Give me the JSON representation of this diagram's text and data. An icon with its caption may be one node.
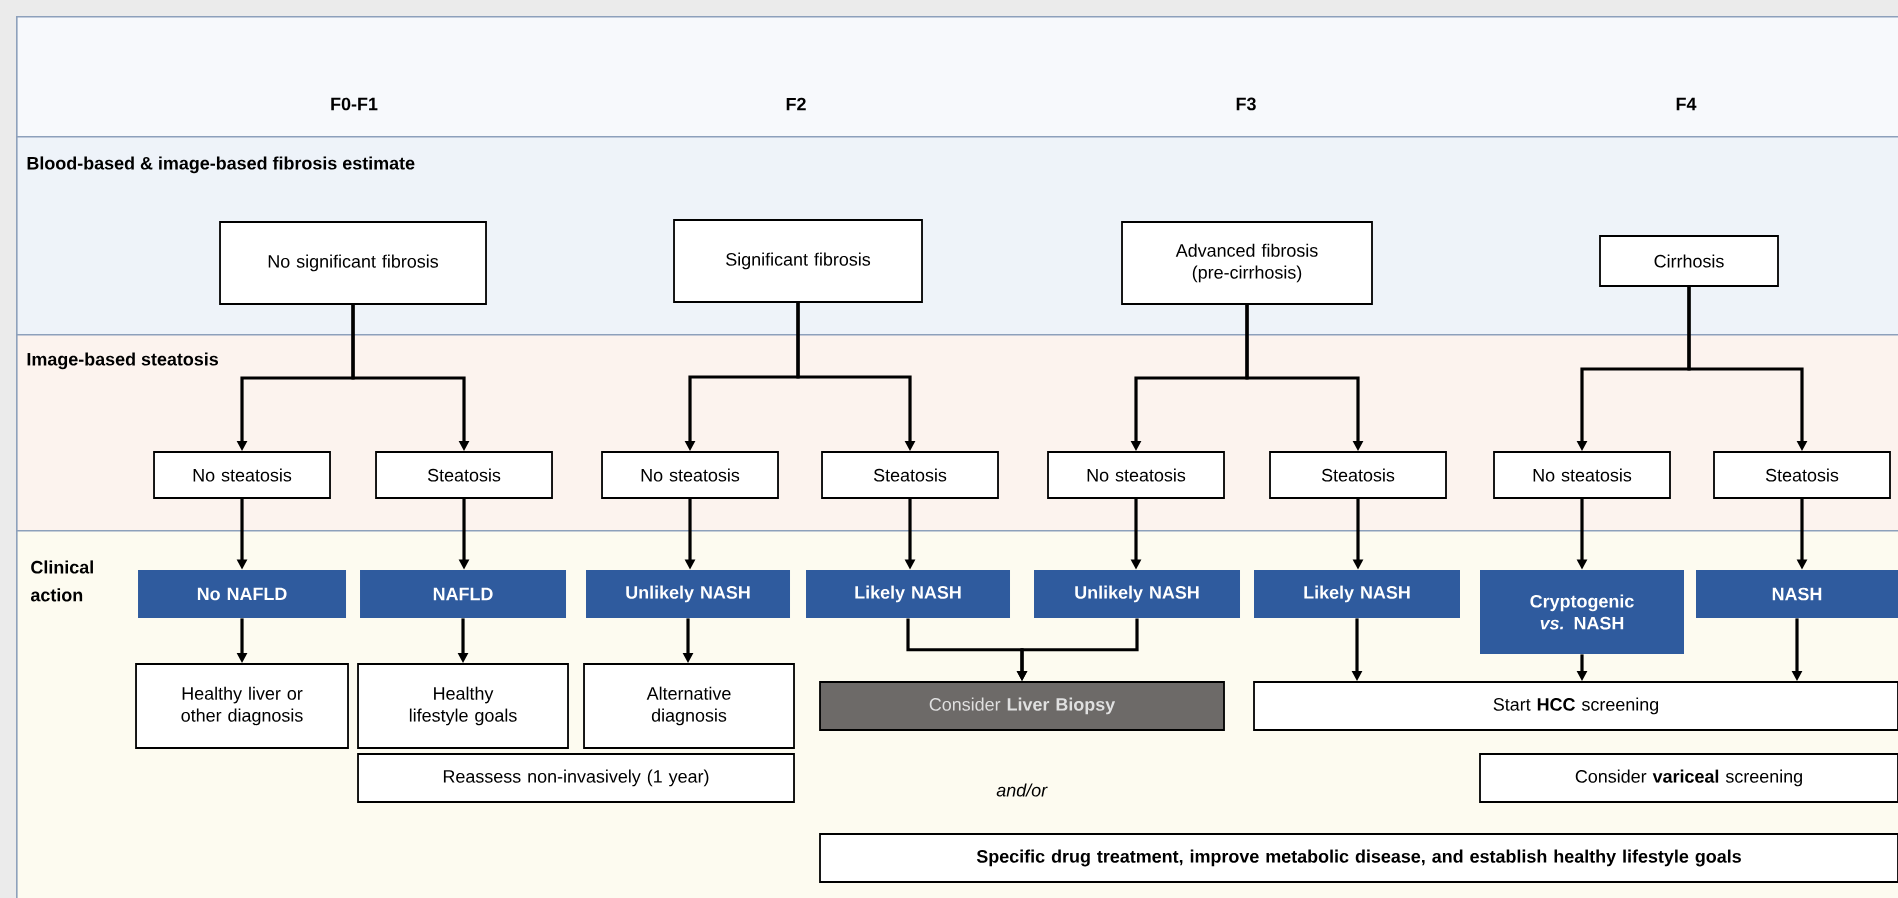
{
  "diagram": {
    "nodes": [
      {
        "text": [
          "F0-F1",
          "F2",
          "F3",
          "F4"
        ]
      },
      {
        "text": [
          "Blood-based & image-based fibrosis estimate"
        ]
      },
      {
        "text": [
          "No significant fibrosis"
        ],
        "in": 1
      },
      {
        "text": [
          "Significant fibrosis"
        ],
        "in": 1
      },
      {
        "text": [
          "Advanced fibrosis (pre-cirrhosis)"
        ],
        "in": 1
      },
      {
        "text": [
          "Cirrhosis"
        ],
        "in": 1
      },
      {
        "text": [
          "Image-based steatosis"
        ]
      },
      {
        "text": [
          "No steatosis"
        ],
        "in": 6
      },
      {
        "text": [
          "Steatosis"
        ],
        "in": 6
      },
      {
        "text": [
          "No steatosis"
        ],
        "in": 6
      },
      {
        "text": [
          "Steatosis"
        ],
        "in": 6
      },
      {
        "text": [
          "No steatosis"
        ],
        "in": 6
      },
      {
        "text": [
          "Steatosis"
        ],
        "in": 6
      },
      {
        "text": [
          "No steatosis"
        ],
        "in": 6
      },
      {
        "text": [
          "Steatosis"
        ],
        "in": 6
      },
      {
        "text": [
          "Clinical action"
        ]
      },
      {
        "text": [
          "No NAFLD"
        ],
        "in": 15
      },
      {
        "text": [
          "NAFLD"
        ],
        "in": 15
      },
      {
        "text": [
          "Unlikely NASH"
        ],
        "in": 15
      },
      {
        "text": [
          "Likely NASH"
        ],
        "in": 15
      },
      {
        "text": [
          "Unlikely NASH"
        ],
        "in": 15
      },
      {
        "text": [
          "Likely NASH"
        ],
        "in": 15
      },
      {
        "text": [
          "Cryptogenic *vs.* NASH"
        ],
        "in": 15
      },
      {
        "text": [
          "NASH"
        ],
        "in": 15
      },
      {
        "text": [
          "Healthy liver or other diagnosis"
        ],
        "in": 15
      },
      {
        "text": [
          "Healthy lifestyle goals"
        ],
        "in": 15
      },
      {
        "text": [
          "Alternative diagnosis"
        ],
        "in": 15
      },
      {
        "text": [
          "Reassess non-invasively (1 year)"
        ],
        "in": 15
      },
      {
        "text": [
          "Consider **Liver Biopsy**"
        ],
        "in": 15
      },
      {
        "text": [
          "Start **HCC** screening"
        ],
        "in": 15
      },
      {
        "text": [
          "Consider **variceal** screening"
        ],
        "in": 15
      },
      {
        "text": [
          "Specific drug treatment, improve metabolic disease, and establish healthy lifestyle goals"
        ],
        "in": 15
      }
    ],
    "edges": [
      {
        "from": 2,
        "to": 7,
        "arrow": "to"
      },
      {
        "from": 2,
        "to": 8,
        "arrow": "to"
      },
      {
        "from": 3,
        "to": 9,
        "arrow": "to"
      },
      {
        "from": 3,
        "to": 10,
        "arrow": "to"
      },
      {
        "from": 4,
        "to": 11,
        "arrow": "to"
      },
      {
        "from": 4,
        "to": 12,
        "arrow": "to"
      },
      {
        "from": 5,
        "to": 13,
        "arrow": "to"
      },
      {
        "from": 5,
        "to": 14,
        "arrow": "to"
      },
      {
        "from": 7,
        "to": 16,
        "arrow": "to"
      },
      {
        "from": 8,
        "to": 17,
        "arrow": "to"
      },
      {
        "from": 9,
        "to": 18,
        "arrow": "to"
      },
      {
        "from": 10,
        "to": 19,
        "arrow": "to"
      },
      {
        "from": 11,
        "to": 20,
        "arrow": "to"
      },
      {
        "from": 12,
        "to": 21,
        "arrow": "to"
      },
      {
        "from": 13,
        "to": 22,
        "arrow": "to"
      },
      {
        "from": 14,
        "to": 23,
        "arrow": "to"
      },
      {
        "from": 16,
        "to": 24,
        "arrow": "to"
      },
      {
        "from": 17,
        "to": 25,
        "arrow": "to"
      },
      {
        "from": 18,
        "to": 26,
        "arrow": "to"
      },
      {
        "from": 19,
        "to": 28,
        "arrow": "to"
      },
      {
        "from": 20,
        "to": 28,
        "arrow": "to"
      },
      {
        "from": 21,
        "to": 29,
        "arrow": "to"
      },
      {
        "from": 22,
        "to": 29,
        "arrow": "to"
      },
      {
        "from": 23,
        "to": 29,
        "arrow": "to"
      }
    ],
    "labels": [
      "*and/or*"
    ]
  }
}
